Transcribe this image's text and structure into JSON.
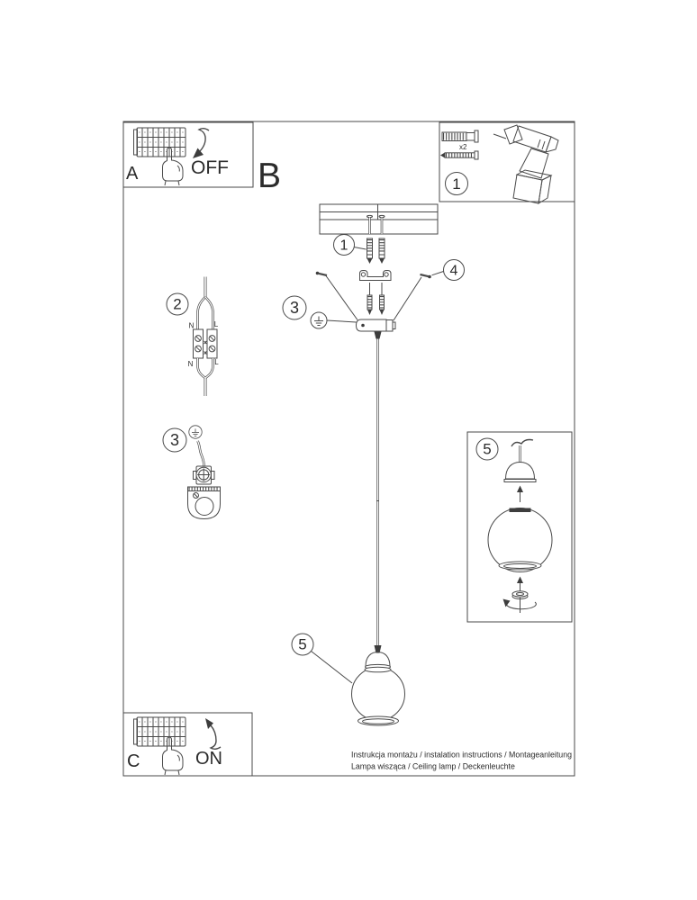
{
  "page": {
    "background": "#ffffff",
    "line_color": "#4a4a4a",
    "text_color": "#2b2b2b"
  },
  "steps": {
    "a": {
      "label": "A",
      "action": "OFF"
    },
    "b": {
      "label": "B"
    },
    "c": {
      "label": "C",
      "action": "ON"
    }
  },
  "callouts": {
    "c1": "1",
    "c2": "2",
    "c3": "3",
    "c4": "4",
    "c5": "5"
  },
  "kit": {
    "anchor_qty": "x2"
  },
  "wiring": {
    "neutral": "N",
    "live": "L"
  },
  "footer": {
    "line1": "Instrukcja montażu / instalation instructions / Montageanleitung",
    "line2": "Lampa wisząca / Ceiling lamp / Deckenleuchte"
  }
}
